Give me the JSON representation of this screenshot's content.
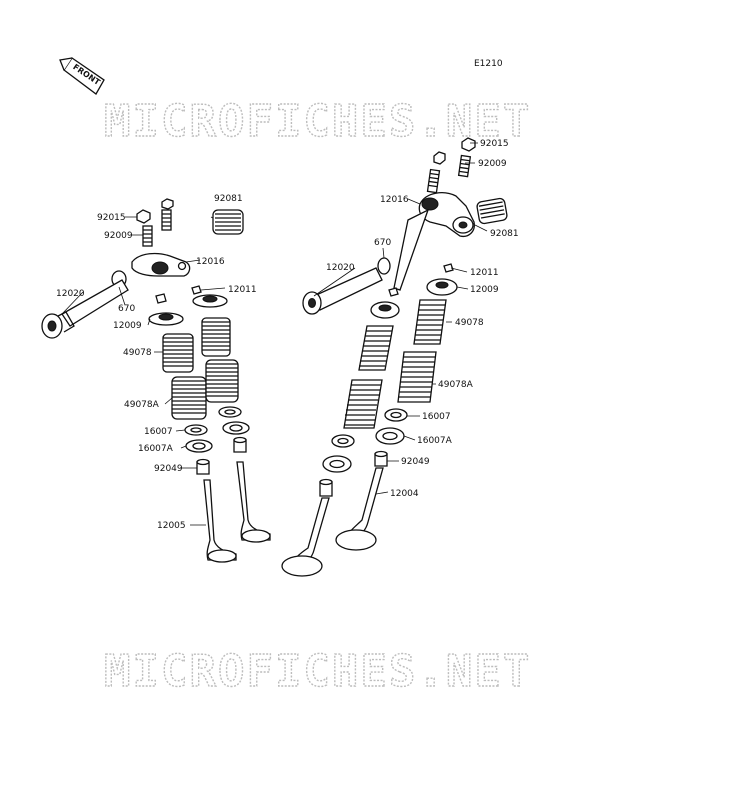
{
  "diagram": {
    "code": "E1210",
    "front_label": "FRONT",
    "watermark_top": "MICROFICHES.NET",
    "watermark_bottom": "MICROFICHES.NET"
  },
  "labels": {
    "l_92081": "92081",
    "l_92015": "92015",
    "l_92009": "92009",
    "l_12016": "12016",
    "l_12020": "12020",
    "l_670": "670",
    "l_12011": "12011",
    "l_12009": "12009",
    "l_49078": "49078",
    "l_49078A": "49078A",
    "l_16007": "16007",
    "l_16007A": "16007A",
    "l_92049": "92049",
    "l_12005": "12005",
    "r_92015": "92015",
    "r_92009": "92009",
    "r_12016": "12016",
    "r_92081": "92081",
    "r_670": "670",
    "r_12020": "12020",
    "r_12011": "12011",
    "r_12009": "12009",
    "r_49078": "49078",
    "r_49078A": "49078A",
    "r_16007": "16007",
    "r_16007A": "16007A",
    "r_92049": "92049",
    "r_12004": "12004"
  }
}
